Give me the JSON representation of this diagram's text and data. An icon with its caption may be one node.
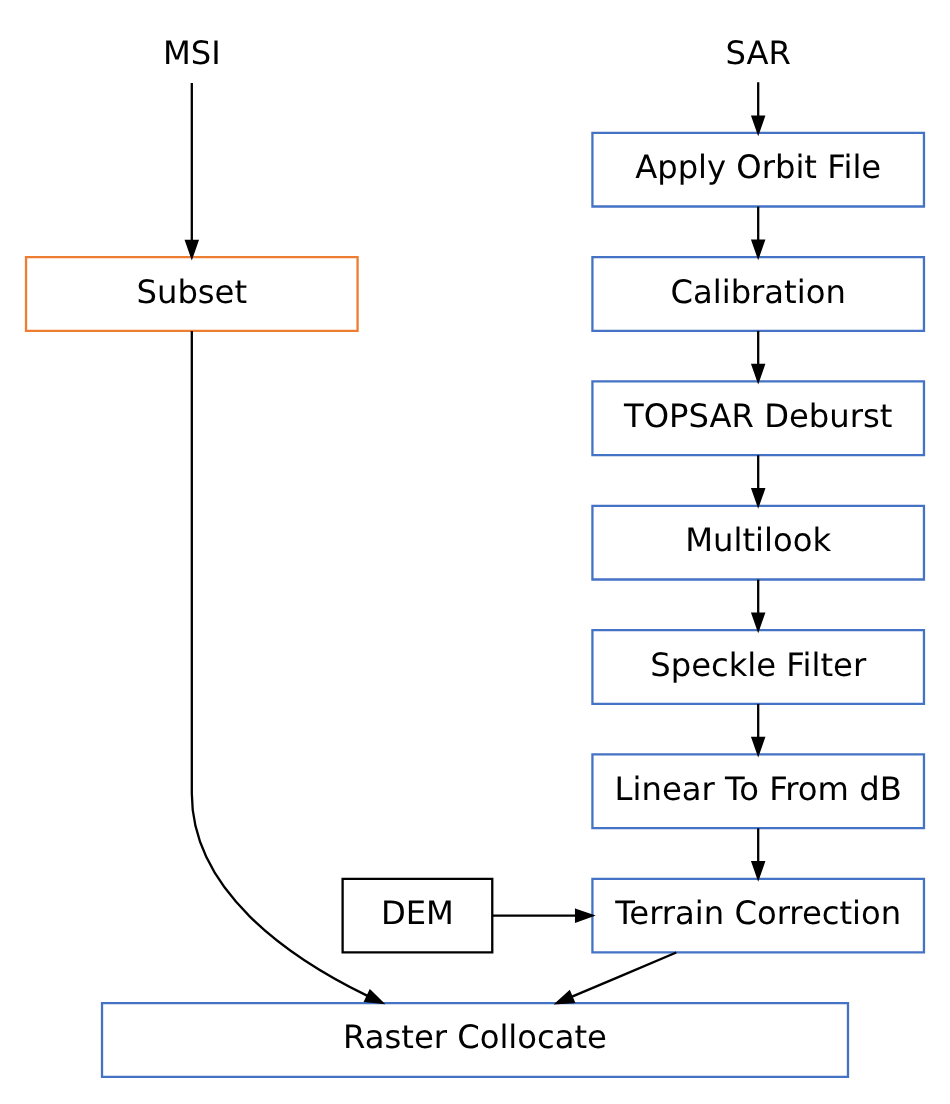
{
  "diagram": {
    "nodes": [
      {
        "text": [
          "MSI"
        ]
      },
      {
        "text": [
          "SAR"
        ]
      },
      {
        "text": [
          "Subset"
        ]
      },
      {
        "text": [
          "Apply Orbit File"
        ]
      },
      {
        "text": [
          "Calibration"
        ]
      },
      {
        "text": [
          "TOPSAR Deburst"
        ]
      },
      {
        "text": [
          "Multilook"
        ]
      },
      {
        "text": [
          "Speckle Filter"
        ]
      },
      {
        "text": [
          "Linear To From dB"
        ]
      },
      {
        "text": [
          "DEM"
        ]
      },
      {
        "text": [
          "Terrain Correction"
        ]
      },
      {
        "text": [
          "Raster Collocate"
        ]
      }
    ],
    "edges": [
      {
        "from": 0,
        "to": 2,
        "arrow": "to"
      },
      {
        "from": 1,
        "to": 3,
        "arrow": "to"
      },
      {
        "from": 3,
        "to": 4,
        "arrow": "to"
      },
      {
        "from": 4,
        "to": 5,
        "arrow": "to"
      },
      {
        "from": 5,
        "to": 6,
        "arrow": "to"
      },
      {
        "from": 6,
        "to": 7,
        "arrow": "to"
      },
      {
        "from": 7,
        "to": 8,
        "arrow": "to"
      },
      {
        "from": 9,
        "to": 10,
        "arrow": "to"
      },
      {
        "from": 8,
        "to": 10,
        "arrow": "to"
      },
      {
        "from": 10,
        "to": 11,
        "arrow": "to"
      },
      {
        "from": 2,
        "to": 11,
        "arrow": "to"
      }
    ]
  }
}
